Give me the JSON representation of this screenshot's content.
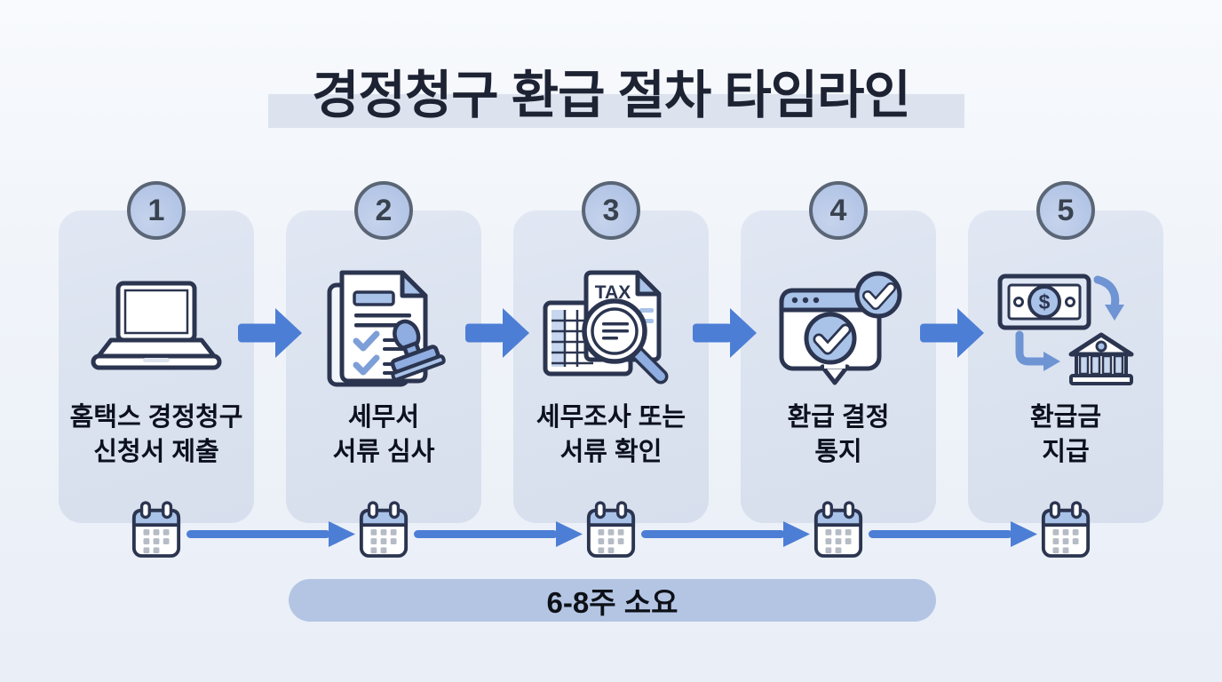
{
  "title": "경정청구 환급 절차 타임라인",
  "steps": [
    {
      "number": "1",
      "label_line1": "홈택스 경정청구",
      "label_line2": "신청서 제출",
      "icon": "laptop-icon"
    },
    {
      "number": "2",
      "label_line1": "세무서",
      "label_line2": "서류 심사",
      "icon": "document-stamp-icon"
    },
    {
      "number": "3",
      "label_line1": "세무조사 또는",
      "label_line2": "서류 확인",
      "icon": "tax-audit-magnifier-icon"
    },
    {
      "number": "4",
      "label_line1": "환급 결정",
      "label_line2": "통지",
      "icon": "notification-check-icon"
    },
    {
      "number": "5",
      "label_line1": "환급금",
      "label_line2": "지급",
      "icon": "money-to-bank-icon"
    }
  ],
  "icon_labels": {
    "tax": "TAX",
    "dollar": "$"
  },
  "duration_badge": "6-8주 소요",
  "icons": [
    "laptop-icon",
    "document-stamp-icon",
    "tax-audit-magnifier-icon",
    "notification-check-icon",
    "money-to-bank-icon",
    "calendar-icon",
    "arrow-right-icon"
  ],
  "colors": {
    "background": "#f0f4fa",
    "card": "#dae2ef",
    "arrow_blue": "#4c7ed5",
    "icon_stroke": "#2b3550",
    "icon_fill_blue": "#a9c2e8",
    "icon_fill_medium_blue": "#8fade0",
    "badge_fill": "#b7c7e6",
    "badge_border": "#5a6575",
    "pill": "#b4c5e4",
    "title_text": "#1d2333",
    "title_highlight": "#dce3ee"
  }
}
